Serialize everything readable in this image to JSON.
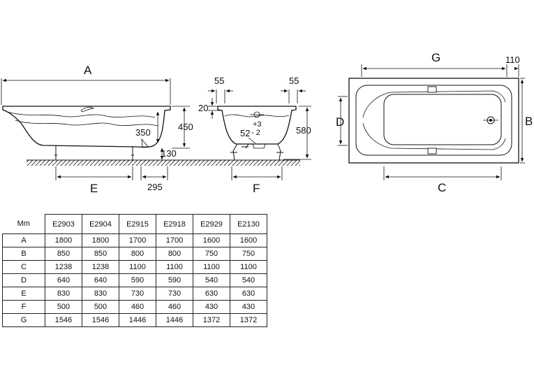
{
  "drawing": {
    "labels": {
      "A": "A",
      "B": "B",
      "C": "C",
      "D": "D",
      "E": "E",
      "F": "F",
      "G": "G",
      "d350": "350",
      "d450": "450",
      "d130": "130",
      "d295": "295",
      "d55_left": "55",
      "d55_right": "55",
      "d20": "20",
      "d580": "580",
      "d52": "52",
      "tol_plus": "+3",
      "tol_minus": "- 2",
      "d110": "110"
    }
  },
  "table": {
    "unit_header": "Mm",
    "models": [
      "E2903",
      "E2904",
      "E2915",
      "E2918",
      "E2929",
      "E2130"
    ],
    "rows": [
      {
        "key": "A",
        "values": [
          "1800",
          "1800",
          "1700",
          "1700",
          "1600",
          "1600"
        ]
      },
      {
        "key": "B",
        "values": [
          "850",
          "850",
          "800",
          "800",
          "750",
          "750"
        ]
      },
      {
        "key": "C",
        "values": [
          "1238",
          "1238",
          "1100",
          "1100",
          "1100",
          "1100"
        ]
      },
      {
        "key": "D",
        "values": [
          "640",
          "640",
          "590",
          "590",
          "540",
          "540"
        ]
      },
      {
        "key": "E",
        "values": [
          "830",
          "830",
          "730",
          "730",
          "630",
          "630"
        ]
      },
      {
        "key": "F",
        "values": [
          "500",
          "500",
          "460",
          "460",
          "430",
          "430"
        ]
      },
      {
        "key": "G",
        "values": [
          "1546",
          "1546",
          "1446",
          "1446",
          "1372",
          "1372"
        ]
      }
    ]
  }
}
